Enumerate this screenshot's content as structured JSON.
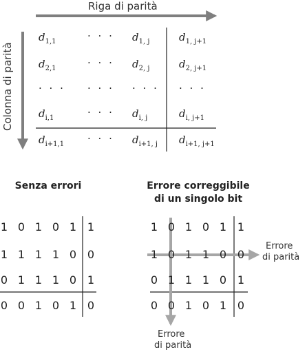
{
  "top": {
    "row_axis_label": "Riga di parità",
    "column_axis_label": "Colonna di parità",
    "matrix": [
      [
        {
          "b": "d",
          "s": "1,1"
        },
        "· · ·",
        {
          "b": "d",
          "s": "1, j"
        },
        {
          "b": "d",
          "s": "1, j+1"
        }
      ],
      [
        {
          "b": "d",
          "s": "2,1"
        },
        "· · ·",
        {
          "b": "d",
          "s": "2, j"
        },
        {
          "b": "d",
          "s": "2, j+1"
        }
      ],
      [
        "· · ·",
        "· · ·",
        "· · ·",
        "· · ·"
      ],
      [
        {
          "b": "d",
          "s": "i,1"
        },
        "· · ·",
        {
          "b": "d",
          "s": "i, j"
        },
        {
          "b": "d",
          "s": "i, j+1"
        }
      ],
      [
        {
          "b": "d",
          "s": "i+1,1"
        },
        "· · ·",
        {
          "b": "d",
          "s": "i+1, j"
        },
        {
          "b": "d",
          "s": "i+1, j+1"
        }
      ]
    ]
  },
  "left": {
    "caption": "Senza errori",
    "grid": [
      [
        "1",
        "0",
        "1",
        "0",
        "1",
        "1"
      ],
      [
        "1",
        "1",
        "1",
        "1",
        "0",
        "0"
      ],
      [
        "0",
        "1",
        "1",
        "1",
        "0",
        "1"
      ],
      [
        "0",
        "0",
        "1",
        "0",
        "1",
        "0"
      ]
    ]
  },
  "right": {
    "caption_line1": "Errore correggibile",
    "caption_line2": "di un singolo bit",
    "grid": [
      [
        "1",
        "0",
        "1",
        "0",
        "1",
        "1"
      ],
      [
        "1",
        "0",
        "1",
        "1",
        "0",
        "0"
      ],
      [
        "0",
        "1",
        "1",
        "1",
        "0",
        "1"
      ],
      [
        "0",
        "0",
        "1",
        "0",
        "1",
        "0"
      ]
    ],
    "row_error_label_1": "Errore",
    "row_error_label_2": "di parità",
    "col_error_label_1": "Errore",
    "col_error_label_2": "di parità"
  },
  "colors": {
    "arrow": "#7f7f7f",
    "highlight": "#a6a6a6",
    "rule": "#222222"
  }
}
